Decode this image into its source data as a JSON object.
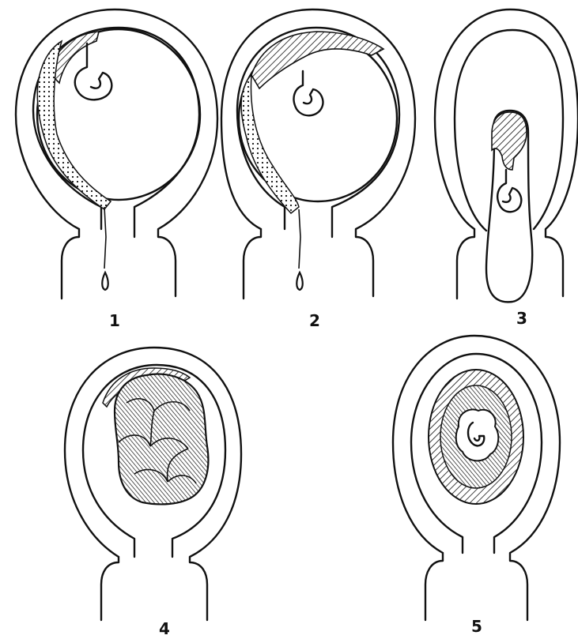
{
  "figure": {
    "panels": [
      {
        "label": "1"
      },
      {
        "label": "2"
      },
      {
        "label": "3"
      },
      {
        "label": "4"
      },
      {
        "label": "5"
      }
    ]
  }
}
